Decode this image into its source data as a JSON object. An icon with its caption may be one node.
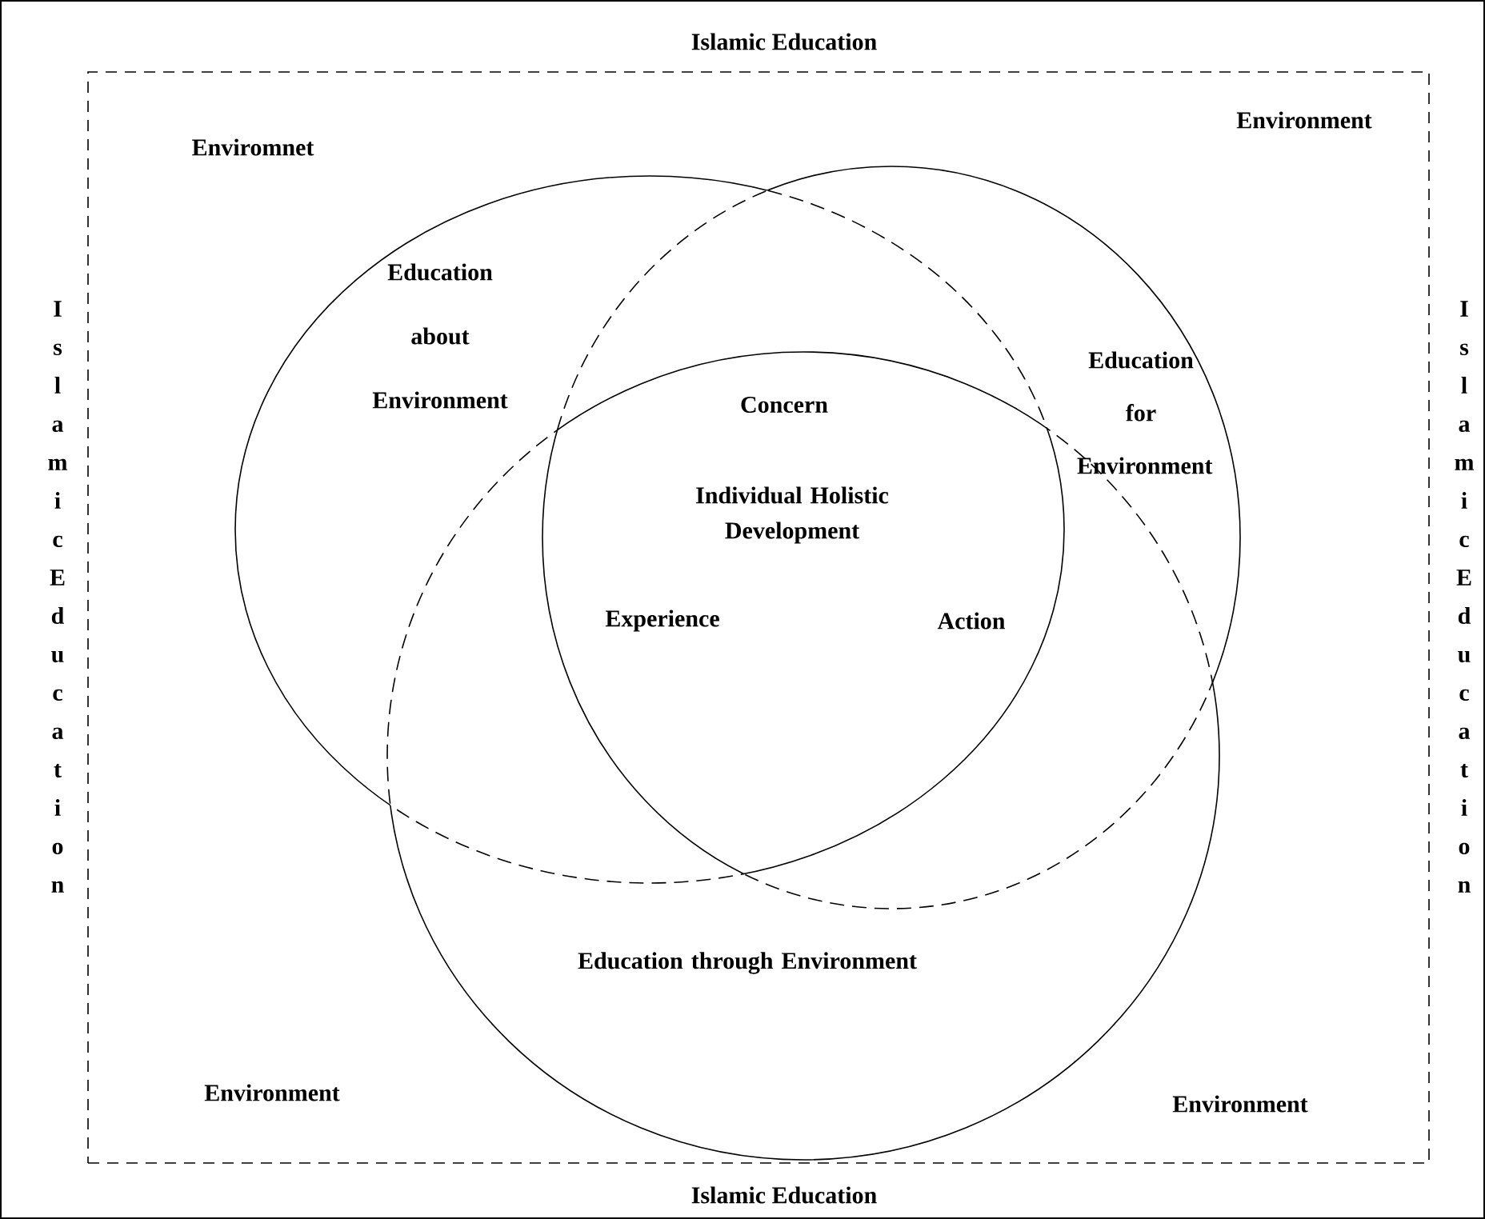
{
  "diagram": {
    "nodes": [
      {
        "text": [
          "Islamic Education",
          "Islamic Education",
          "Islamic Education",
          "Islamic Education"
        ]
      },
      {
        "text": [
          "Education about Environment"
        ],
        "in": 0
      },
      {
        "text": [
          "Education for Environment"
        ],
        "in": 0
      },
      {
        "text": [
          "Education through Environment"
        ],
        "in": 0
      }
    ],
    "labels": [
      "Enviromnet",
      "Environment",
      "Concern",
      "Individual Holistic Development",
      "Experience",
      "Action",
      "Environment",
      "Environment"
    ]
  }
}
